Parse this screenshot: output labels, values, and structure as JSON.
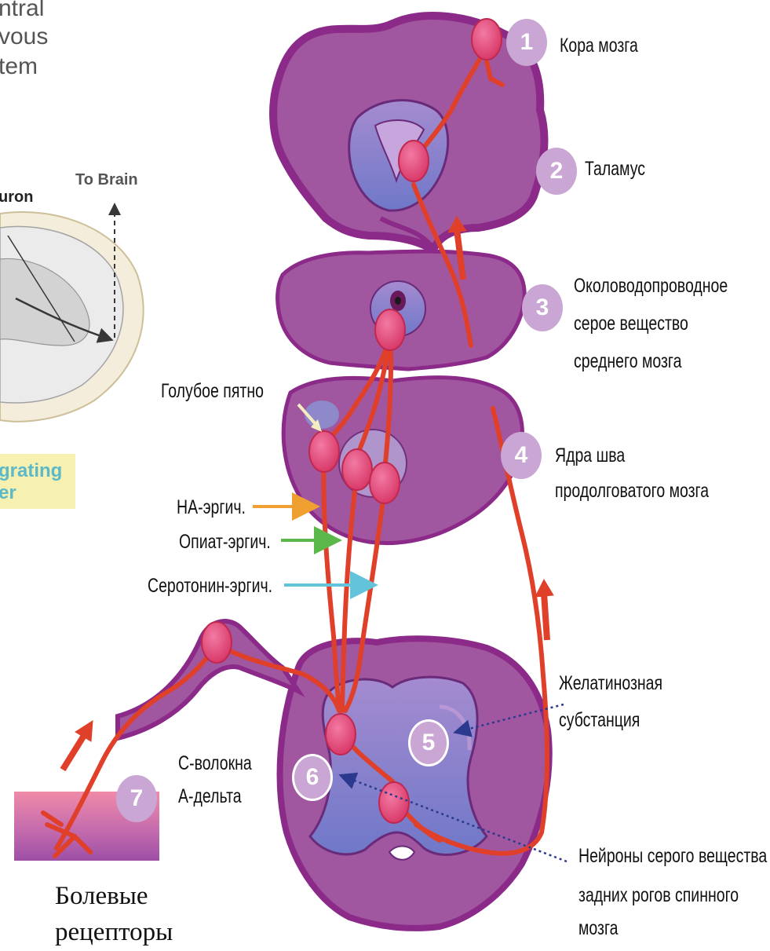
{
  "background_figure": {
    "fragment_1": "ntral",
    "fragment_2": "vous",
    "fragment_3": "tem",
    "to_brain": "To Brain",
    "neuron_fragment": "uron",
    "integrating_fragment_1": "grating",
    "integrating_fragment_2": "er"
  },
  "markers": {
    "m1": "1",
    "m2": "2",
    "m3": "3",
    "m4": "4",
    "m5": "5",
    "m6": "6",
    "m7": "7"
  },
  "labels": {
    "cortex": "Кора мозга",
    "thalamus": "Таламус",
    "pag_line1": "Околоводопроводное",
    "pag_line2": "серое вещество",
    "pag_line3": "среднего мозга",
    "raphe_line1": "Ядра шва",
    "raphe_line2": "продолговатого мозга",
    "locus": "Голубое пятно",
    "na": "НА-эргич.",
    "opiate": "Опиат-эргич.",
    "serotonin": "Серотонин-эргич.",
    "gelatinosa_line1": "Желатинозная",
    "gelatinosa_line2": "субстанция",
    "fibers_c": "С-волокна",
    "fibers_a": "А-дельта",
    "dorsal_line1": "Нейроны серого вещества",
    "dorsal_line2": "задних рогов спинного",
    "dorsal_line3": "мозга",
    "receptors_line1": "Болевые",
    "receptors_line2": "рецепторы"
  },
  "colors": {
    "tissue": "#a0579f",
    "tissue_light": "#b77fbf",
    "outline": "#8b2a88",
    "core": "#8b8fcf",
    "pathway": "#e0402a",
    "pathway_dark": "#c0301f",
    "neuron": "#e8457a",
    "marker": "#c9a6d3",
    "arrow_na": "#f0a030",
    "arrow_opiate": "#5cb84a",
    "arrow_serotonin": "#63c3d8",
    "arrow_dotted": "#2b3a8f"
  }
}
